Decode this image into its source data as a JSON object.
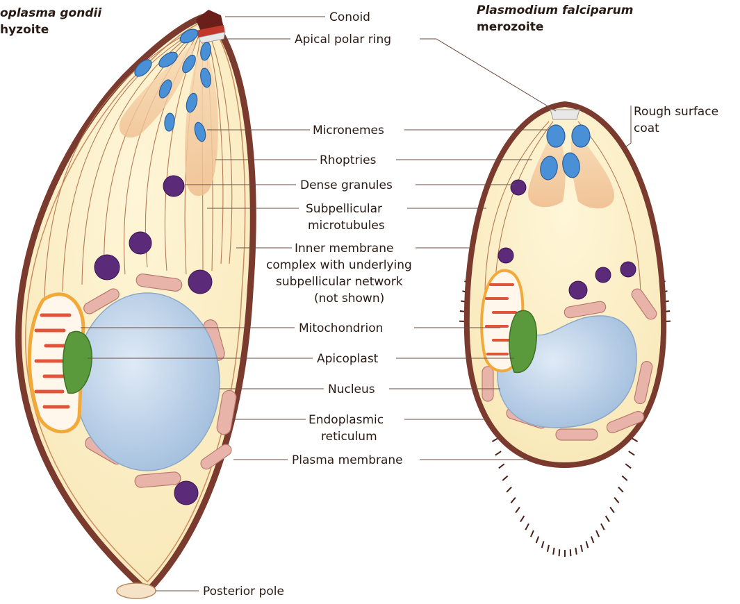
{
  "titles": {
    "toxoplasma_line1": "oplasma gondii",
    "toxoplasma_line2": "hyzoite",
    "plasmodium_line1": "Plasmodium falciparum",
    "plasmodium_line2": "merozoite"
  },
  "labels": {
    "conoid": "Conoid",
    "apical_polar_ring": "Apical polar ring",
    "micronemes": "Micronemes",
    "rhoptries": "Rhoptries",
    "dense_granules": "Dense granules",
    "subpellicular_1": "Subpellicular",
    "subpellicular_2": "microtubules",
    "imc_1": "Inner membrane",
    "imc_2": "complex with underlying",
    "imc_3": "subpellicular network",
    "imc_4": "(not shown)",
    "mitochondrion": "Mitochondrion",
    "apicoplast": "Apicoplast",
    "nucleus": "Nucleus",
    "er_1": "Endoplasmic",
    "er_2": "reticulum",
    "plasma_membrane": "Plasma membrane",
    "rough_coat_1": "Rough surface",
    "rough_coat_2": "coat",
    "posterior_pole": "Posterior pole"
  },
  "colors": {
    "membrane": "#7a3b2e",
    "cytoplasm": "#fbefc8",
    "microneme": "#4a90d6",
    "rhoptry": "#f3cba2",
    "dense_granule": "#5b2a78",
    "nucleus": "#b9cfe6",
    "er": "#e8b3a8",
    "mitochondrion_outer": "#f3a93a",
    "mitochondrion_cristae": "#e0553a",
    "apicoplast": "#5a9a3c"
  }
}
